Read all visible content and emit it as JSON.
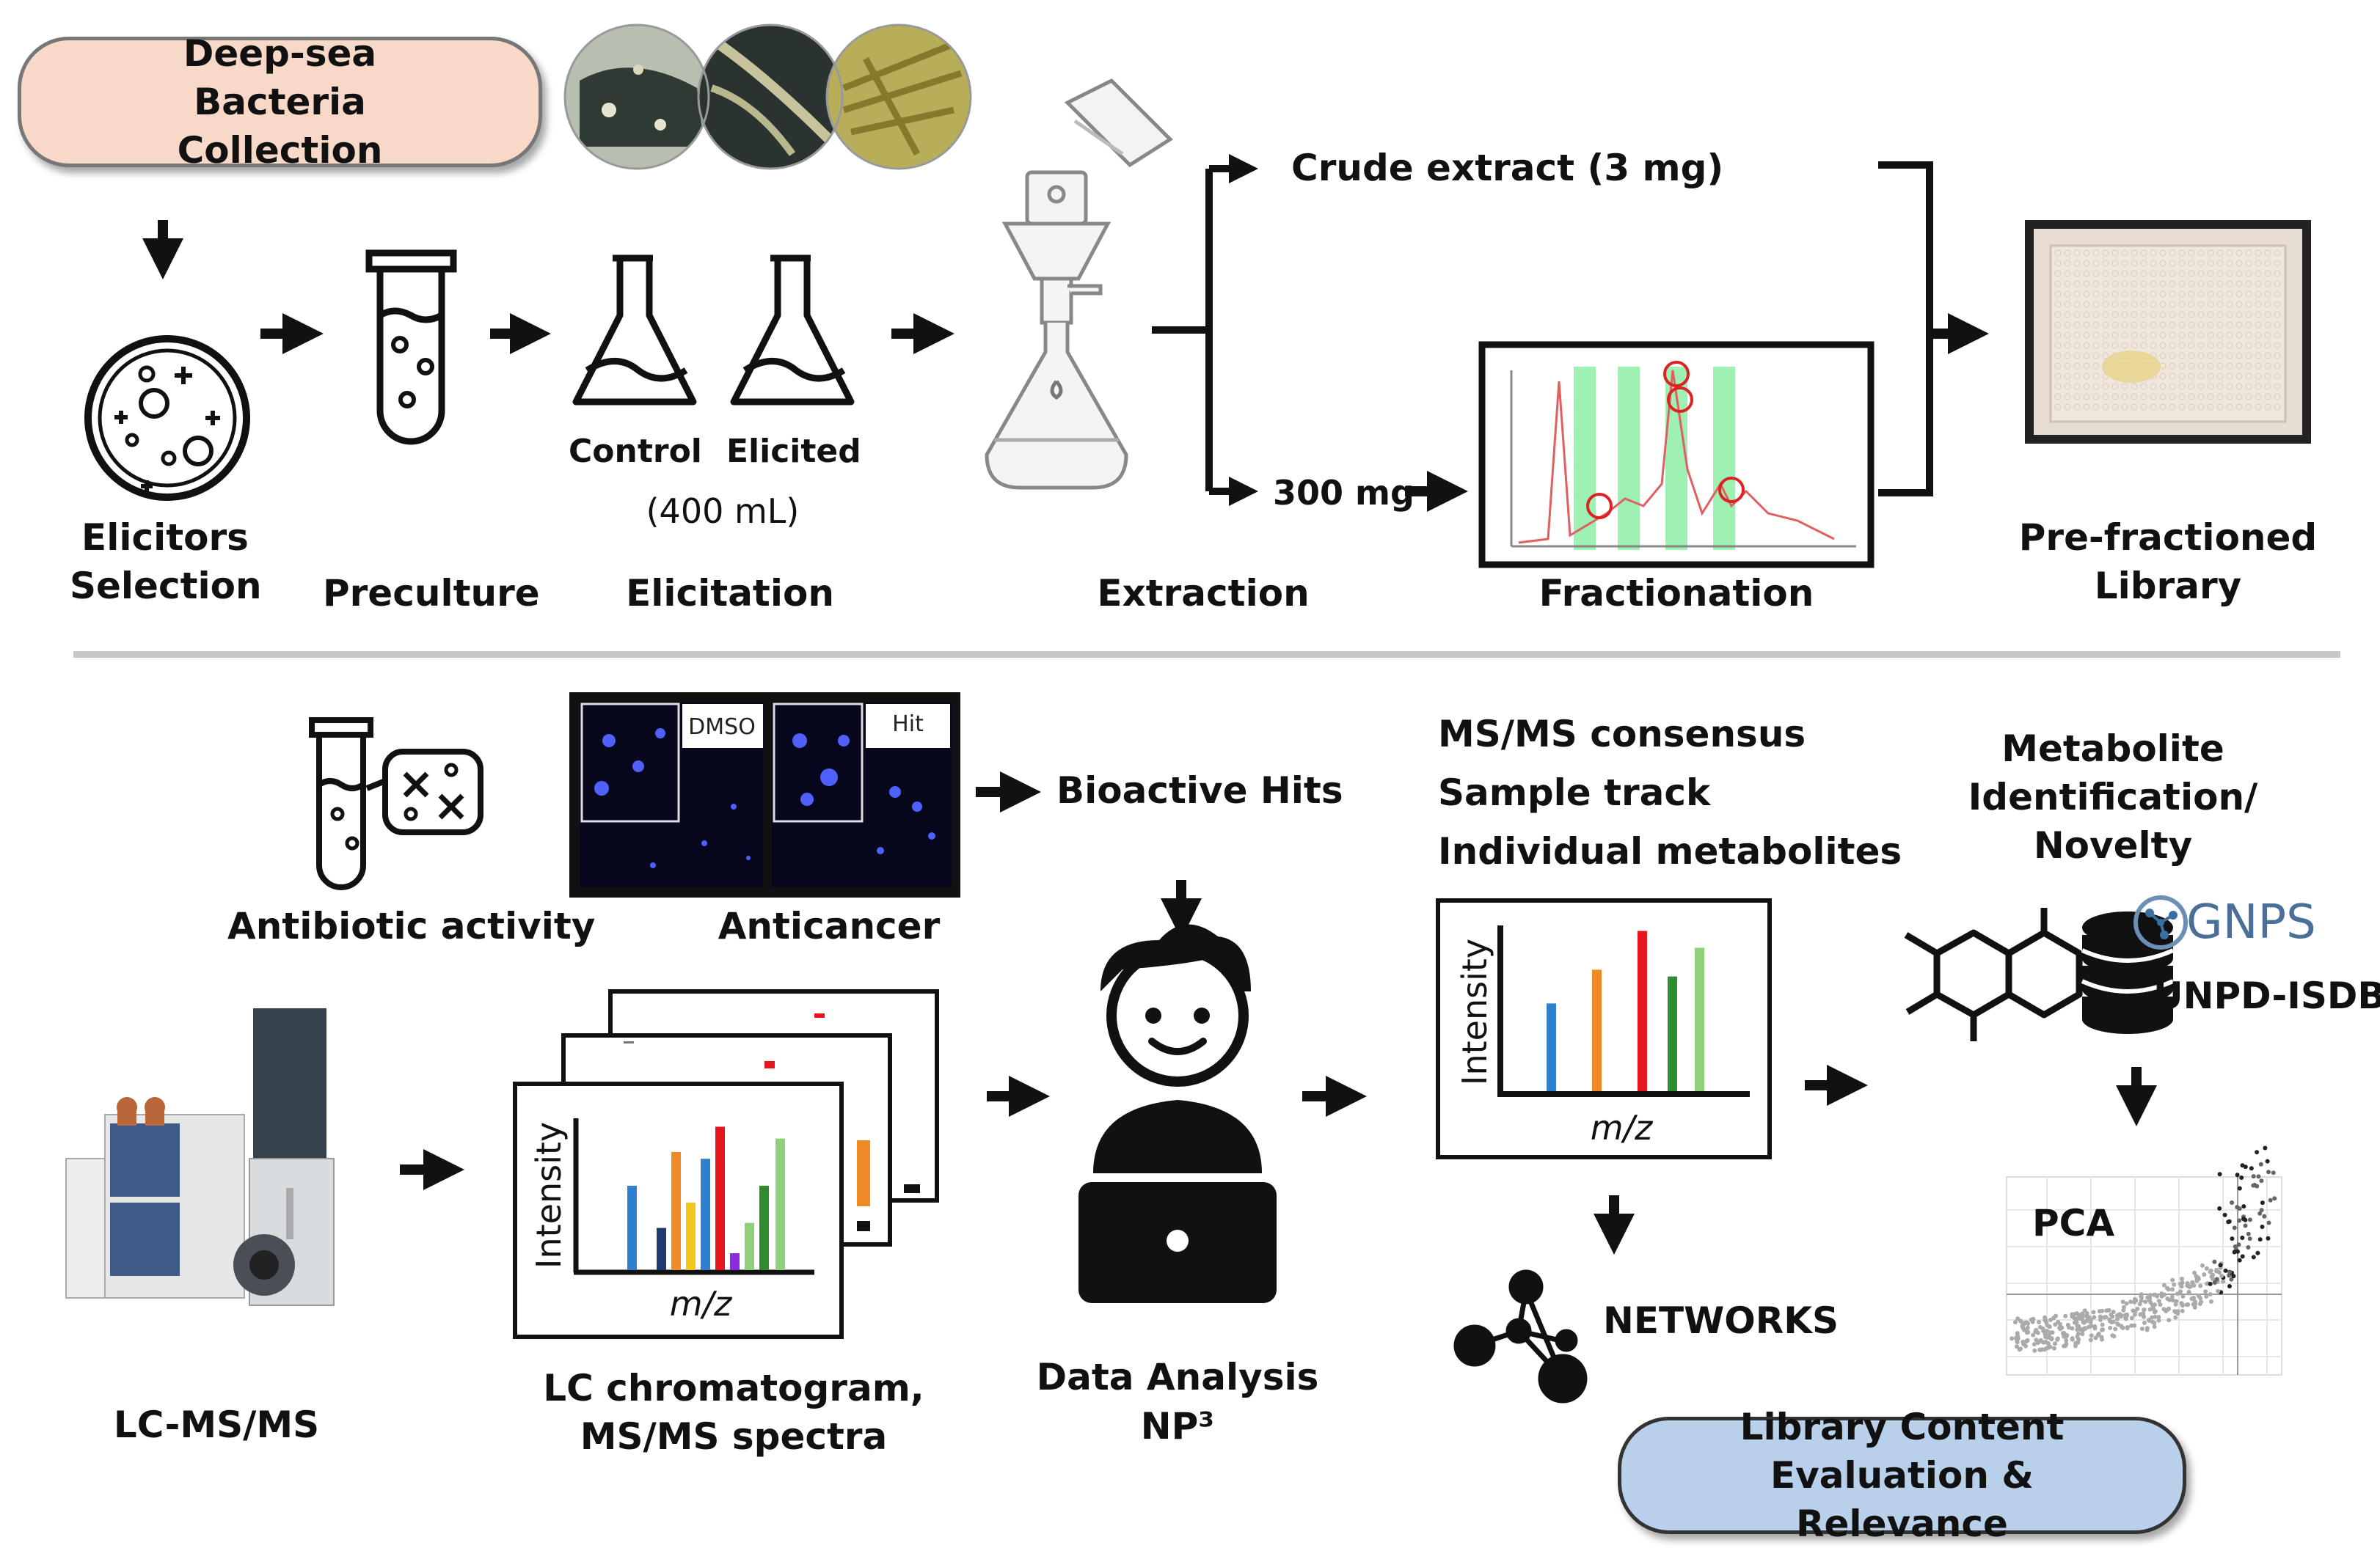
{
  "top": {
    "header_pill": "Deep-sea Bacteria Collection",
    "elicitors_selection": "Elicitors Selection",
    "preculture": "Preculture",
    "control": "Control",
    "elicited": "Elicited",
    "volume": "(400 mL)",
    "elicitation": "Elicitation",
    "extraction": "Extraction",
    "crude_extract": "Crude extract (3 mg)",
    "mass_300": "300 mg",
    "fractionation": "Fractionation",
    "prefractioned_library": "Pre-fractioned Library"
  },
  "bottom": {
    "antibiotic_activity": "Antibiotic activity",
    "anticancer": "Anticancer",
    "dmso": "DMSO",
    "hit": "Hit",
    "bioactive_hits": "Bioactive Hits",
    "lcms": "LC-MS/MS",
    "lc_chromatogram": "LC chromatogram, MS/MS spectra",
    "intensity": "Intensity",
    "mz": "m/z",
    "data_analysis": "Data Analysis",
    "np3": "NP³",
    "msms_consensus": "MS/MS consensus",
    "sample_track": "Sample track",
    "individual_metabolites": "Individual metabolites",
    "networks": "NETWORKS",
    "metabolite_id": "Metabolite Identification/ Novelty",
    "gnps": "GNPS",
    "unpd": "UNPD-ISDB",
    "pca": "PCA",
    "library_pill": "Library Content Evaluation & Relevance"
  },
  "colors": {
    "top_pill_fill": "#f8d9c8",
    "bottom_pill_fill": "#b9d0ea",
    "divider": "#c8c8c8",
    "bar_blue": "#2f7fd0",
    "bar_orange": "#f08a24",
    "bar_red": "#e8141e",
    "bar_darkgreen": "#2e8b2e",
    "bar_lightgreen": "#8fd17a",
    "bar_yellow": "#f2c81a",
    "bar_purple": "#8a2be2",
    "bar_darkblue": "#1f3a70"
  },
  "icons": [
    "down-arrow-icon",
    "petri-dish-icon",
    "test-tube-icon",
    "flask-icon",
    "beaker-icon",
    "filter-funnel-icon",
    "well-plate-icon",
    "antibiotic-icon",
    "scientist-laptop-icon",
    "molecule-icon",
    "database-icon",
    "network-icon",
    "lcms-instrument-icon"
  ]
}
